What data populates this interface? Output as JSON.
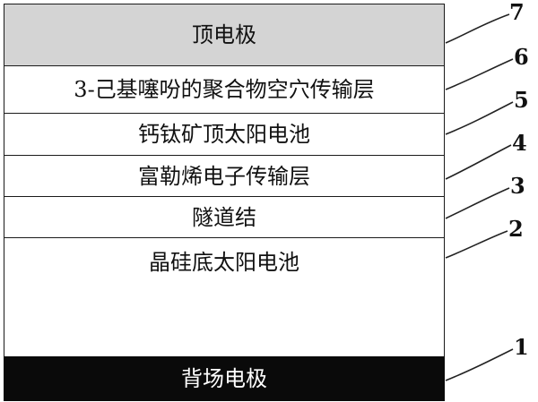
{
  "layers": {
    "top_electrode": {
      "number": "7",
      "label": "顶电极"
    },
    "hole_transport": {
      "number": "6",
      "label": "3-己基噻吩的聚合物空穴传输层"
    },
    "perovskite_cell": {
      "number": "5",
      "label": "钙钛矿顶太阳电池"
    },
    "electron_transport": {
      "number": "4",
      "label": "富勒烯电子传输层"
    },
    "tunnel_junction": {
      "number": "3",
      "label": "隧道结"
    },
    "silicon_cell": {
      "number": "2",
      "label": "晶硅底太阳电池"
    },
    "back_electrode": {
      "number": "1",
      "label": "背场电极"
    }
  },
  "colors": {
    "top_electrode_fill": "#d4d4d4",
    "back_electrode_fill": "#0a0a0a",
    "layer_border": "#1a1a1a"
  }
}
